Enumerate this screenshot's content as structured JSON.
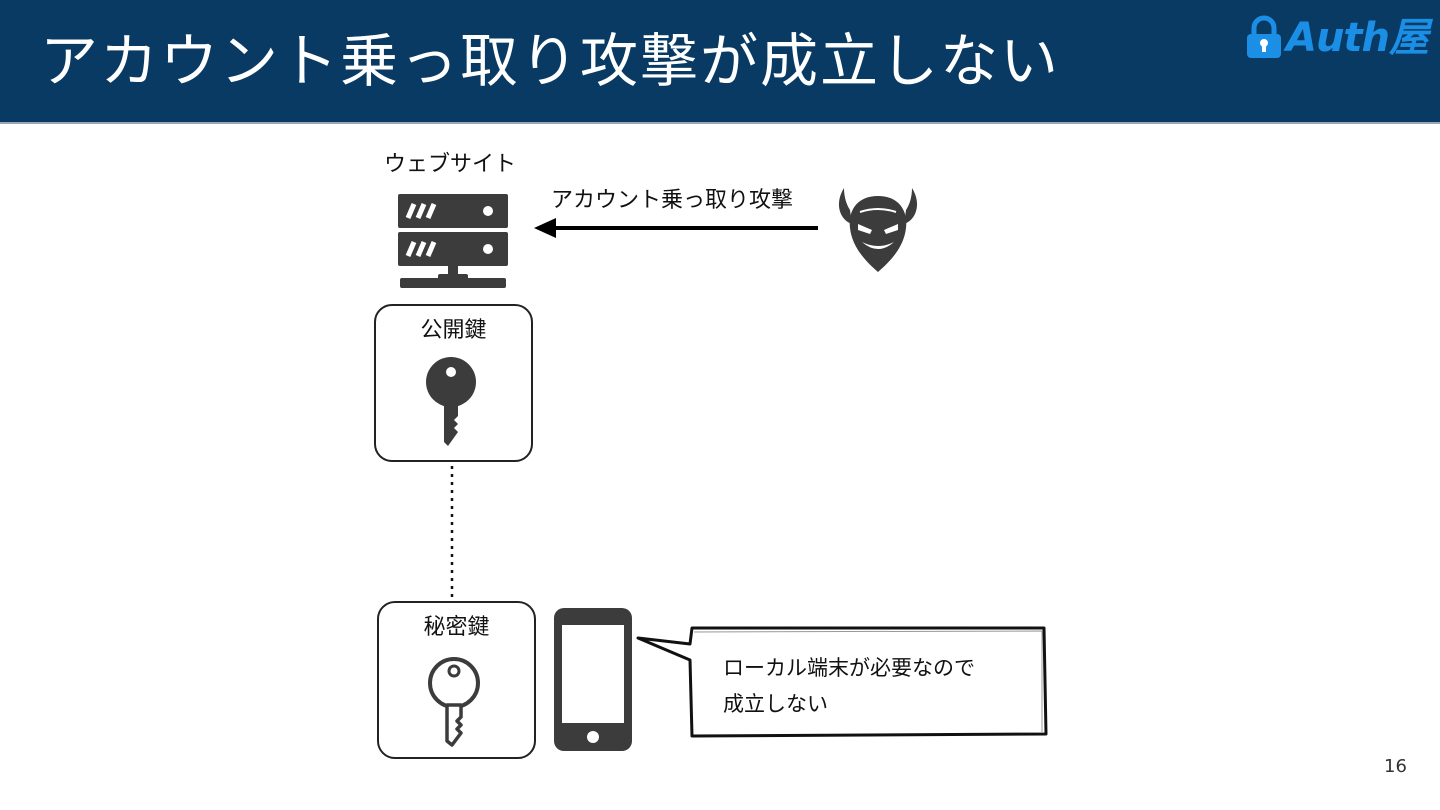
{
  "slide": {
    "title": "アカウント乗っ取り攻撃が成立しない",
    "logo_text": "Auth屋",
    "page_number": "16"
  },
  "diagram": {
    "website_label": "ウェブサイト",
    "attack_label": "アカウント乗っ取り攻撃",
    "public_key_label": "公開鍵",
    "private_key_label": "秘密鍵",
    "callout_line1": "ローカル端末が必要なので",
    "callout_line2": "成立しない"
  },
  "colors": {
    "header_bg": "#083a63",
    "logo_blue": "#1b8fe6",
    "icon_dark": "#3c3c3c"
  },
  "icons": [
    "lock-icon",
    "server-icon",
    "devil-icon",
    "key-icon",
    "smartphone-icon"
  ]
}
